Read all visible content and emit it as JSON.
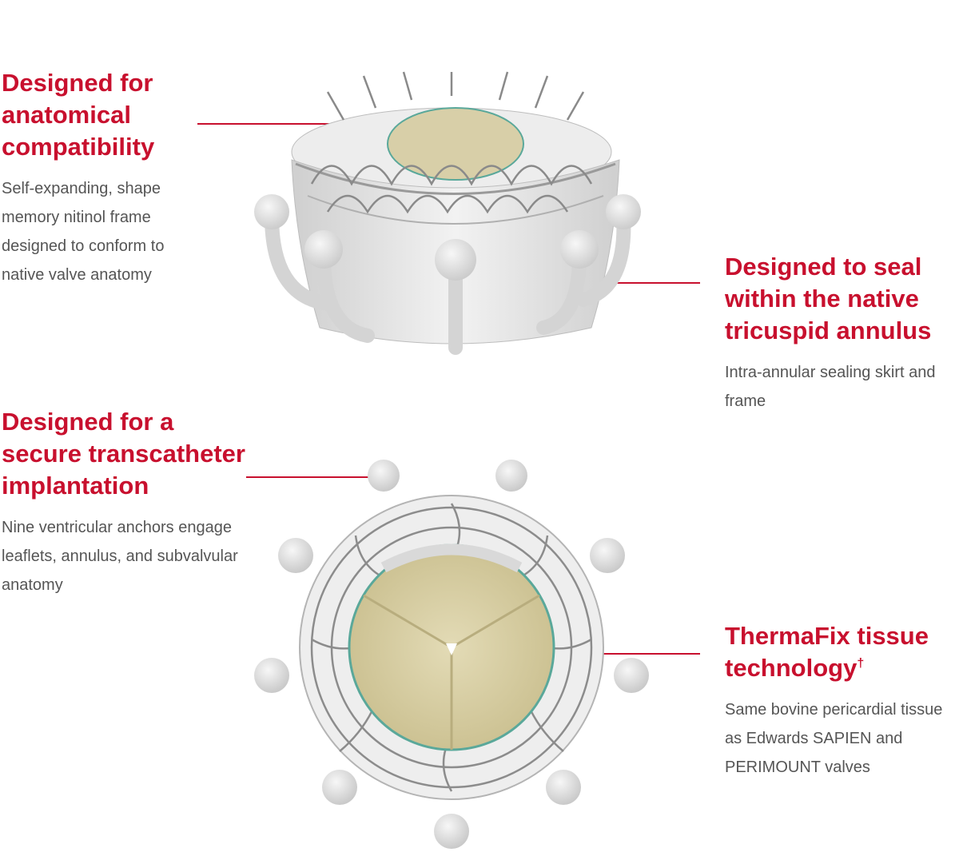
{
  "callouts": {
    "anatomical": {
      "title": "Designed for anatomical compatibility",
      "body": "Self-expanding, shape memory nitinol frame designed to conform to native valve anatomy"
    },
    "seal": {
      "title": "Designed to seal within the native tricuspid annulus",
      "body": "Intra-annular sealing skirt and frame"
    },
    "secure": {
      "title": "Designed for a secure transcatheter implantation",
      "body": "Nine ventricular anchors engage leaflets, annulus, and subvalvular anatomy"
    },
    "thermafix": {
      "title": "ThermaFix tissue technology",
      "title_mark": "†",
      "body": "Same bovine pericardial tissue as Edwards SAPIEN and PERIMOUNT valves"
    }
  },
  "colors": {
    "accent": "#c8102e",
    "body_text": "#555555",
    "tissue": "#d8cfa8",
    "skirt": "#e6e6e6",
    "frame": "#8a8a8a"
  }
}
